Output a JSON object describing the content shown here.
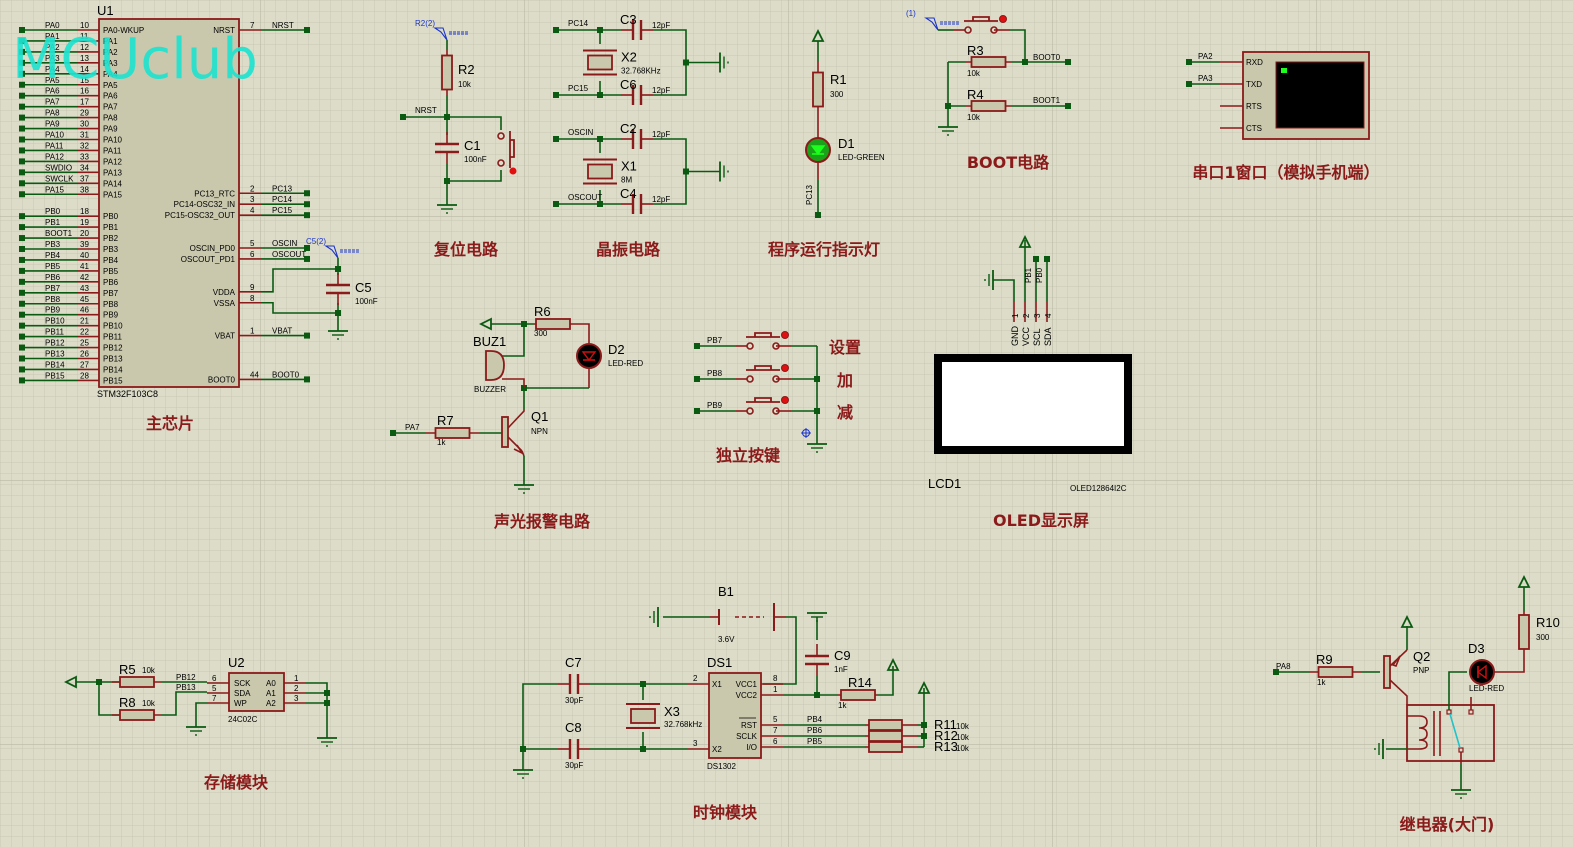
{
  "watermark": "MCUclub",
  "colors": {
    "wire": "#0b5a12",
    "pin": "#8b1a1a",
    "body": "#c9c8ad",
    "title": "#8b1a1a",
    "grid": "#c6c6b2",
    "background": "#dcdcc9",
    "probe": "#1a33cc",
    "watermark": "#1fe3cf",
    "led_green": "#18a318",
    "terminal_led": "#1cff1c"
  },
  "sections": {
    "main_chip": "主芯片",
    "reset": "复位电路",
    "crystal": "晶振电路",
    "run_led": "程序运行指示灯",
    "boot": "BOOT电路",
    "uart": "串口1窗口（模拟手机端）",
    "alarm": "声光报警电路",
    "keys": "独立按键",
    "oled": "OLED显示屏",
    "storage": "存储模块",
    "clock": "时钟模块",
    "relay": "继电器(大门)"
  },
  "u1": {
    "ref": "U1",
    "part": "STM32F103C8",
    "left_pins": [
      {
        "net": "PA0",
        "num": "10",
        "name": "PA0-WKUP"
      },
      {
        "net": "PA1",
        "num": "11",
        "name": "PA1"
      },
      {
        "net": "PA2",
        "num": "12",
        "name": "PA2"
      },
      {
        "net": "PA3",
        "num": "13",
        "name": "PA3"
      },
      {
        "net": "PA4",
        "num": "14",
        "name": "PA4"
      },
      {
        "net": "PA5",
        "num": "15",
        "name": "PA5"
      },
      {
        "net": "PA6",
        "num": "16",
        "name": "PA6"
      },
      {
        "net": "PA7",
        "num": "17",
        "name": "PA7"
      },
      {
        "net": "PA8",
        "num": "29",
        "name": "PA8"
      },
      {
        "net": "PA9",
        "num": "30",
        "name": "PA9"
      },
      {
        "net": "PA10",
        "num": "31",
        "name": "PA10"
      },
      {
        "net": "PA11",
        "num": "32",
        "name": "PA11"
      },
      {
        "net": "PA12",
        "num": "33",
        "name": "PA12"
      },
      {
        "net": "SWDIO",
        "num": "34",
        "name": "PA13"
      },
      {
        "net": "SWCLK",
        "num": "37",
        "name": "PA14"
      },
      {
        "net": "PA15",
        "num": "38",
        "name": "PA15"
      },
      {
        "net": "",
        "num": "",
        "name": ""
      },
      {
        "net": "PB0",
        "num": "18",
        "name": "PB0"
      },
      {
        "net": "PB1",
        "num": "19",
        "name": "PB1"
      },
      {
        "net": "BOOT1",
        "num": "20",
        "name": "PB2"
      },
      {
        "net": "PB3",
        "num": "39",
        "name": "PB3"
      },
      {
        "net": "PB4",
        "num": "40",
        "name": "PB4"
      },
      {
        "net": "PB5",
        "num": "41",
        "name": "PB5"
      },
      {
        "net": "PB6",
        "num": "42",
        "name": "PB6"
      },
      {
        "net": "PB7",
        "num": "43",
        "name": "PB7"
      },
      {
        "net": "PB8",
        "num": "45",
        "name": "PB8"
      },
      {
        "net": "PB9",
        "num": "46",
        "name": "PB9"
      },
      {
        "net": "PB10",
        "num": "21",
        "name": "PB10"
      },
      {
        "net": "PB11",
        "num": "22",
        "name": "PB11"
      },
      {
        "net": "PB12",
        "num": "25",
        "name": "PB12"
      },
      {
        "net": "PB13",
        "num": "26",
        "name": "PB13"
      },
      {
        "net": "PB14",
        "num": "27",
        "name": "PB14"
      },
      {
        "net": "PB15",
        "num": "28",
        "name": "PB15"
      }
    ],
    "right_pins": [
      {
        "net": "NRST",
        "num": "7",
        "name": "NRST",
        "row": 0
      },
      {
        "net": "PC13",
        "num": "2",
        "name": "PC13_RTC",
        "row": 15
      },
      {
        "net": "PC14",
        "num": "3",
        "name": "PC14-OSC32_IN",
        "row": 16
      },
      {
        "net": "PC15",
        "num": "4",
        "name": "PC15-OSC32_OUT",
        "row": 17
      },
      {
        "net": "OSCIN",
        "num": "5",
        "name": "OSCIN_PD0",
        "row": 20
      },
      {
        "net": "OSCOUT",
        "num": "6",
        "name": "OSCOUT_PD1",
        "row": 21
      },
      {
        "net": "",
        "num": "9",
        "name": "VDDA",
        "row": 24
      },
      {
        "net": "",
        "num": "8",
        "name": "VSSA",
        "row": 25
      },
      {
        "net": "VBAT",
        "num": "1",
        "name": "VBAT",
        "row": 28
      },
      {
        "net": "BOOT0",
        "num": "44",
        "name": "BOOT0",
        "row": 32
      }
    ],
    "c5": {
      "ref": "C5",
      "value": "100nF",
      "probe": "C5(2)"
    }
  },
  "reset": {
    "probe": "R2(2)",
    "r2": {
      "ref": "R2",
      "value": "10k"
    },
    "net": "NRST",
    "c1": {
      "ref": "C1",
      "value": "100nF"
    }
  },
  "crystal": {
    "x2": {
      "ref": "X2",
      "value": "32.768KHz"
    },
    "x1": {
      "ref": "X1",
      "value": "8M"
    },
    "c3": {
      "ref": "C3",
      "value": "12pF"
    },
    "c6": {
      "ref": "C6",
      "value": "12pF"
    },
    "c2": {
      "ref": "C2",
      "value": "12pF"
    },
    "c4": {
      "ref": "C4",
      "value": "12pF"
    },
    "nets": [
      "PC14",
      "PC15",
      "OSCIN",
      "OSCOUT"
    ]
  },
  "run_led": {
    "r1": {
      "ref": "R1",
      "value": "300"
    },
    "d1": {
      "ref": "D1",
      "value": "LED-GREEN"
    },
    "net": "PC13"
  },
  "boot": {
    "probe": "(1)",
    "r3": {
      "ref": "R3",
      "value": "10k"
    },
    "r4": {
      "ref": "R4",
      "value": "10k"
    },
    "nets": [
      "BOOT0",
      "BOOT1"
    ]
  },
  "uart": {
    "nets": [
      "PA2",
      "PA3"
    ],
    "pins": [
      "RXD",
      "TXD",
      "RTS",
      "CTS"
    ]
  },
  "alarm": {
    "r6": {
      "ref": "R6",
      "value": "300"
    },
    "d2": {
      "ref": "D2",
      "value": "LED-RED"
    },
    "buz": {
      "ref": "BUZ1",
      "value": "BUZZER"
    },
    "r7": {
      "ref": "R7",
      "value": "1k"
    },
    "q1": {
      "ref": "Q1",
      "value": "NPN"
    },
    "net": "PA7"
  },
  "keys": {
    "nets": [
      "PB7",
      "PB8",
      "PB9"
    ],
    "labels": [
      "设置",
      "加",
      "减"
    ]
  },
  "oled": {
    "ref": "LCD1",
    "part": "OLED12864I2C",
    "pins": [
      {
        "num": "1",
        "name": "GND",
        "net": ""
      },
      {
        "num": "2",
        "name": "VCC",
        "net": "PB1"
      },
      {
        "num": "3",
        "name": "SCL",
        "net": "PB0"
      },
      {
        "num": "4",
        "name": "SDA",
        "net": ""
      }
    ]
  },
  "storage": {
    "r5": {
      "ref": "R5",
      "value": "10k"
    },
    "r8": {
      "ref": "R8",
      "value": "10k"
    },
    "u2": {
      "ref": "U2",
      "part": "24C02C"
    },
    "left": [
      {
        "net": "PB12",
        "num": "6",
        "name": "SCK"
      },
      {
        "net": "PB13",
        "num": "5",
        "name": "SDA"
      },
      {
        "net": "",
        "num": "7",
        "name": "WP"
      }
    ],
    "right": [
      {
        "num": "1",
        "name": "A0"
      },
      {
        "num": "2",
        "name": "A1"
      },
      {
        "num": "3",
        "name": "A2"
      }
    ]
  },
  "clock": {
    "b1": {
      "ref": "B1",
      "value": "3.6V"
    },
    "c7": {
      "ref": "C7",
      "value": "30pF"
    },
    "c8": {
      "ref": "C8",
      "value": "30pF"
    },
    "x3": {
      "ref": "X3",
      "value": "32.768kHz"
    },
    "c9": {
      "ref": "C9",
      "value": "1nF"
    },
    "r14": {
      "ref": "R14",
      "value": "1k"
    },
    "ds1": {
      "ref": "DS1",
      "part": "DS1302"
    },
    "left": [
      {
        "num": "2",
        "name": "X1"
      },
      {
        "num": "3",
        "name": "X2"
      }
    ],
    "right": [
      {
        "num": "8",
        "name": "VCC1"
      },
      {
        "num": "1",
        "name": "VCC2"
      },
      {
        "num": "5",
        "name": "RST",
        "net": "PB4"
      },
      {
        "num": "7",
        "name": "SCLK",
        "net": "PB6"
      },
      {
        "num": "6",
        "name": "I/O",
        "net": "PB5"
      }
    ],
    "pullups": [
      {
        "ref": "R11",
        "value": "10k"
      },
      {
        "ref": "R12",
        "value": "10k"
      },
      {
        "ref": "R13",
        "value": "10k"
      }
    ]
  },
  "relay": {
    "net": "PA8",
    "r9": {
      "ref": "R9",
      "value": "1k"
    },
    "q2": {
      "ref": "Q2",
      "value": "PNP"
    },
    "d3": {
      "ref": "D3",
      "value": "LED-RED"
    },
    "r10": {
      "ref": "R10",
      "value": "300"
    }
  }
}
